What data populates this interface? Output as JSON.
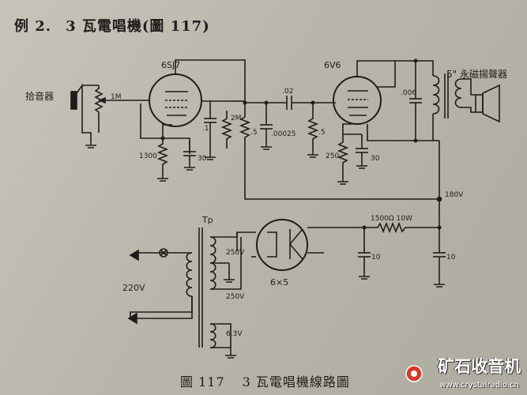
{
  "header": {
    "example_label": "例 2.",
    "title": "3 瓦電唱機(圖 117)"
  },
  "labels": {
    "tube1": "6SJ7",
    "tube2": "6V6",
    "tube3": "6×5",
    "pickup": "拾音器",
    "speaker": "5\" 永磁揚聲器",
    "transformer": "Tp",
    "mains": "220V"
  },
  "components": {
    "vol_pot": "1M",
    "c_01": ".1",
    "r_2m": "2M",
    "r_5a": ".5",
    "c_00025": ".00025",
    "c_02": ".02",
    "r_5b": ".5",
    "c_006": ".006",
    "r_1300": "1300",
    "c_30a": "30",
    "r_250": "250",
    "c_30b": "30",
    "b_plus": "180V",
    "r_filter": "1500Ω 10W",
    "c_10a": "10",
    "c_10b": "10",
    "hv_top": "250V",
    "hv_bot": "250V",
    "heater": "6.3V"
  },
  "caption": {
    "number": "圖 117",
    "text": "3 瓦電唱機線路圖"
  },
  "watermark": {
    "name": "矿石收音机",
    "url": "www.crystalradio.cn"
  }
}
